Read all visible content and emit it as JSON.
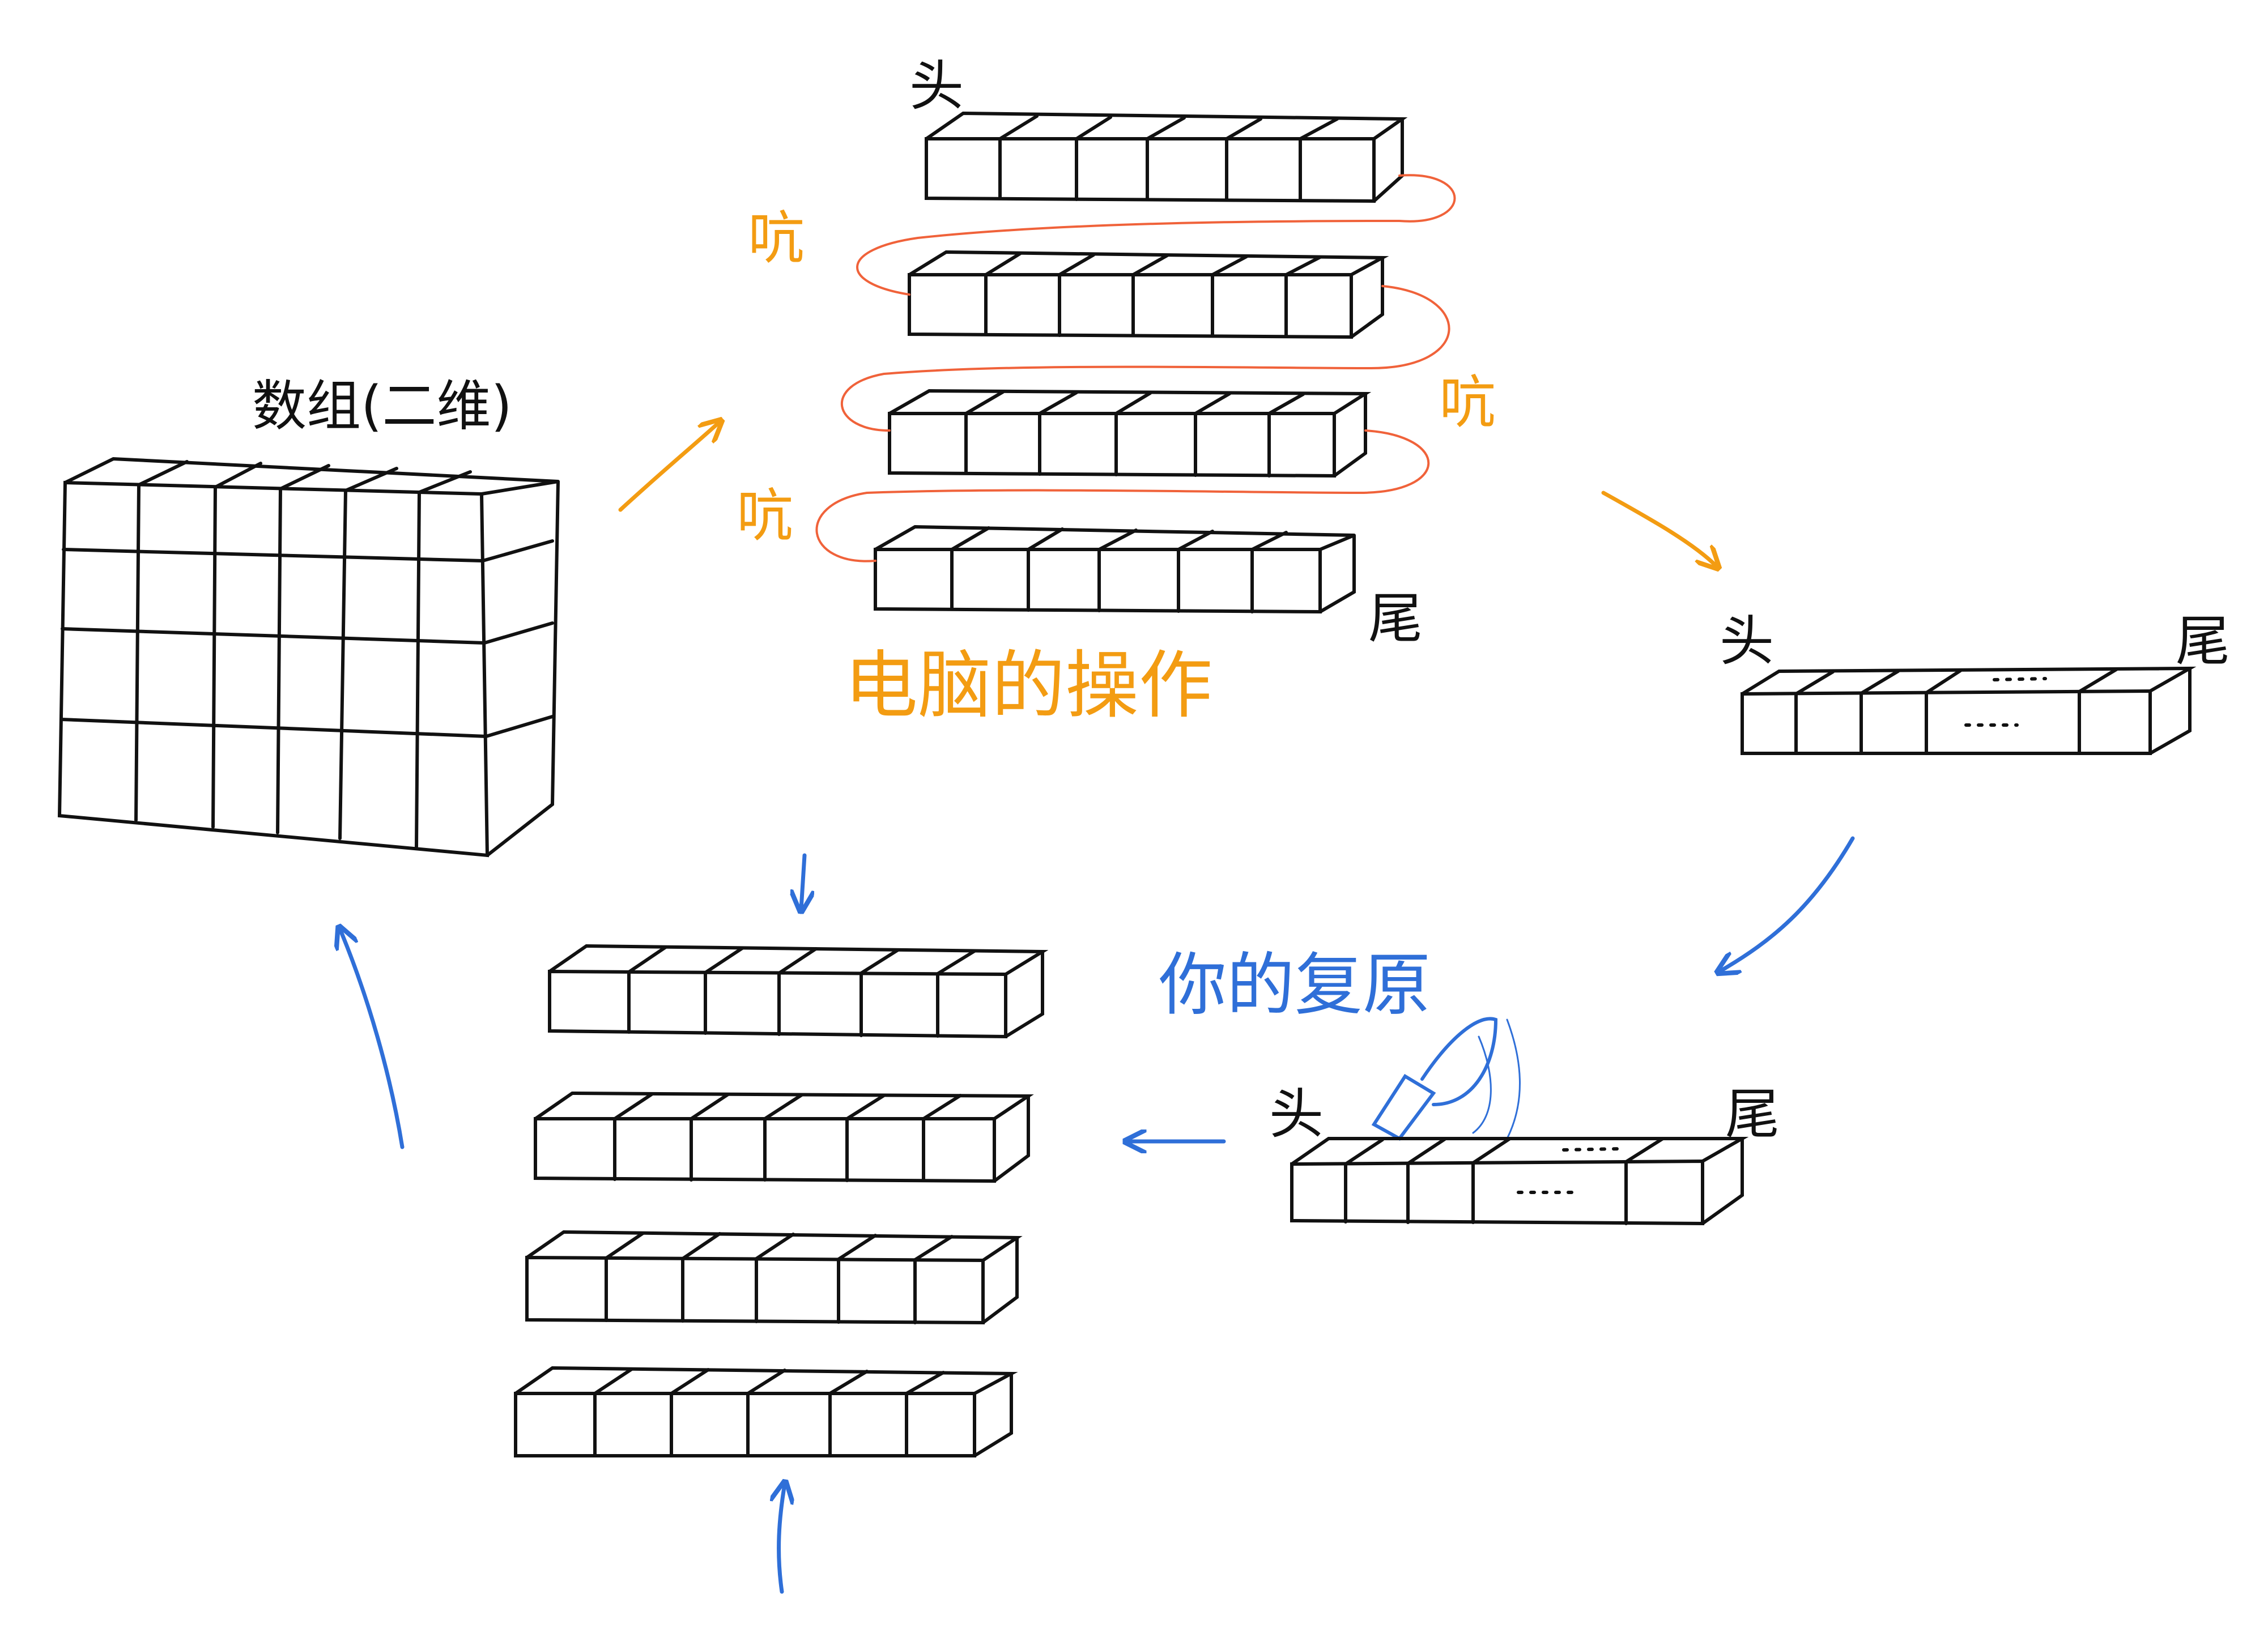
{
  "colors": {
    "ink": "#111111",
    "orange": "#f39c12",
    "red_orange": "#f0623a",
    "blue": "#2f6fd8"
  },
  "labels": {
    "array_2d": "数组(二维)",
    "head_top": "头",
    "tail_top": "尾",
    "chi_1": "吭",
    "chi_2": "吭",
    "chi_3": "吭",
    "computer_op": "电脑的操作",
    "head_right": "头",
    "tail_right": "尾",
    "your_restore": "你的复原",
    "head_bottom_right": "头",
    "tail_bottom_right": "尾"
  },
  "icons": {
    "knife": "knife-icon"
  }
}
